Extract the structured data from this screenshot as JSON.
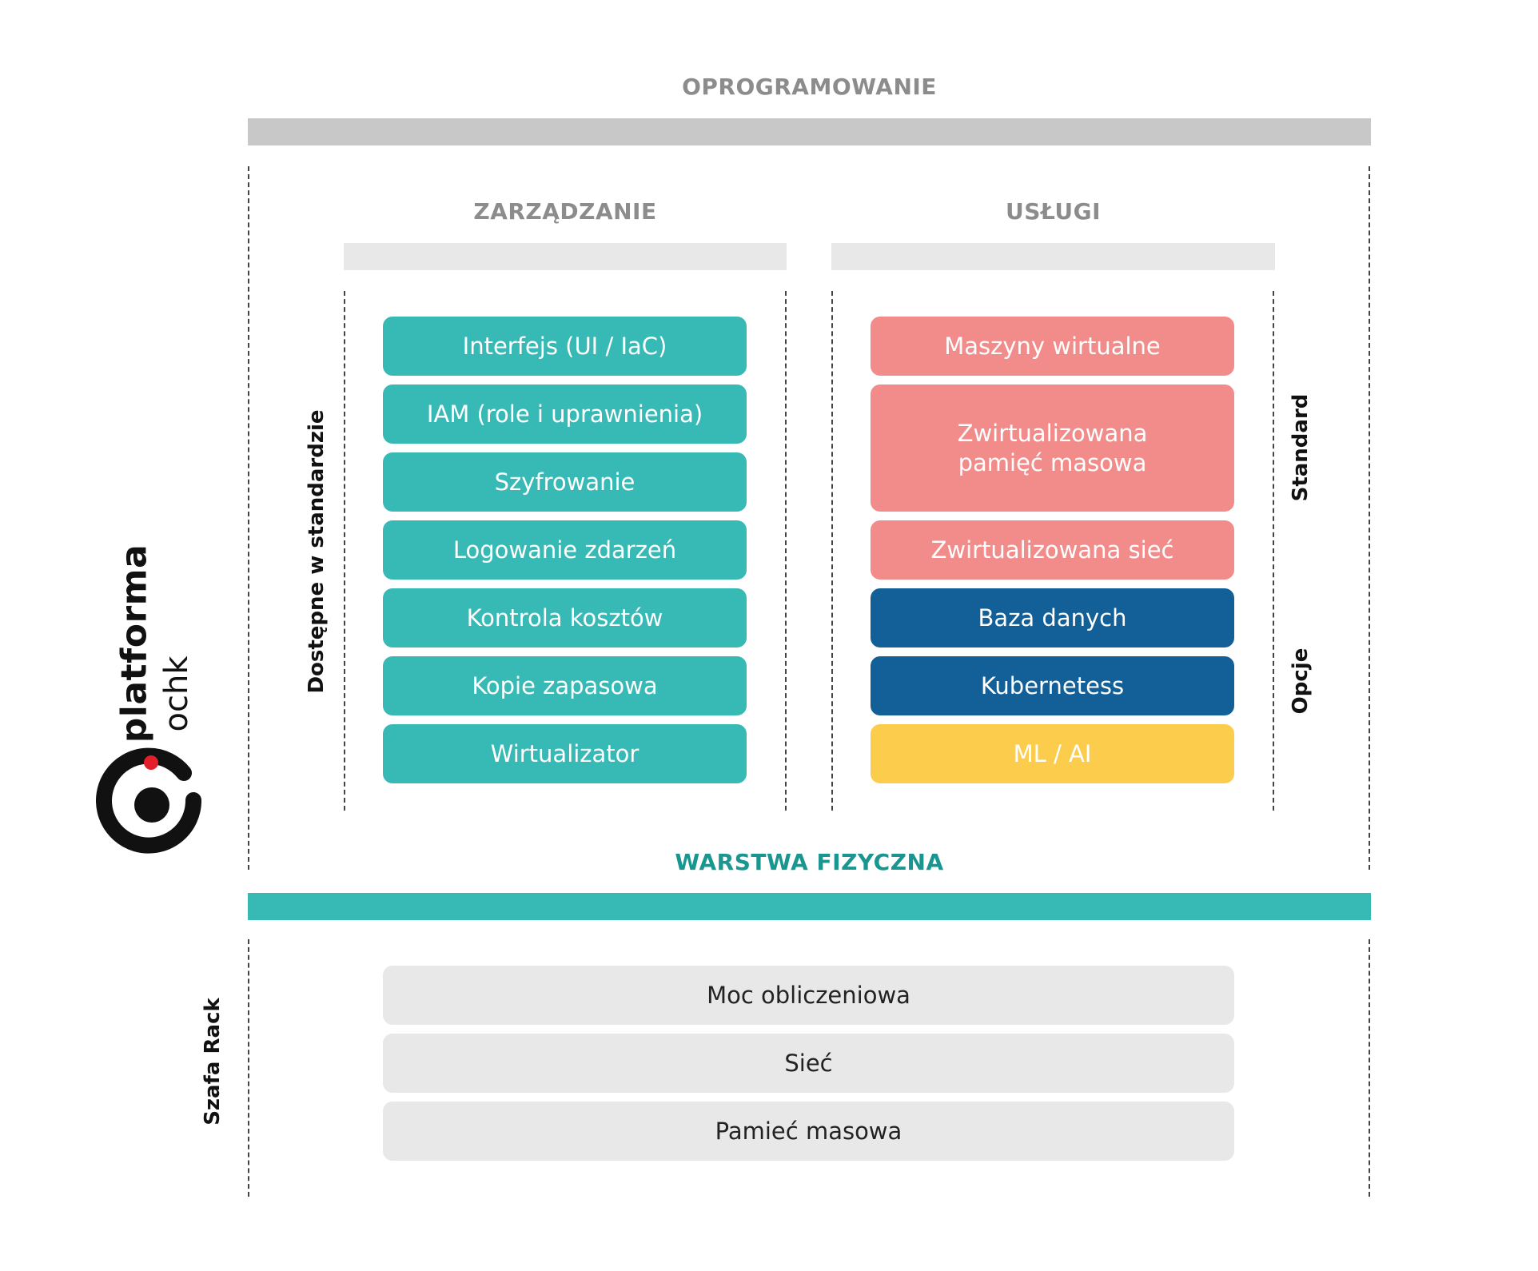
{
  "colors": {
    "teal": "#37b9b5",
    "pink": "#f28c8a",
    "blue": "#135f98",
    "yellow": "#fccc4d",
    "gray_bar": "#c8c8c8",
    "light_bar": "#e8e8e8",
    "title_gray": "#8c8c8c",
    "physical_title": "#1a9690",
    "logo_red": "#e3202a"
  },
  "software": {
    "title": "OPROGRAMOWANIE"
  },
  "management": {
    "title": "ZARZĄDZANIE",
    "side_label": "Dostępne w standardzie",
    "items": [
      "Interfejs (UI / IaC)",
      "IAM (role i uprawnienia)",
      "Szyfrowanie",
      "Logowanie zdarzeń",
      "Kontrola kosztów",
      "Kopie zapasowa",
      "Wirtualizator"
    ]
  },
  "services": {
    "title": "USŁUGI",
    "standard_label": "Standard",
    "options_label": "Opcje",
    "items": [
      {
        "label": "Maszyny wirtualne",
        "color": "pink"
      },
      {
        "label": "Zwirtualizowana pamięć masowa",
        "color": "pink"
      },
      {
        "label": "Zwirtualizowana sieć",
        "color": "pink"
      },
      {
        "label": "Baza danych",
        "color": "blue"
      },
      {
        "label": "Kubernetess",
        "color": "blue"
      },
      {
        "label": "ML / AI",
        "color": "yellow"
      }
    ]
  },
  "physical": {
    "title": "WARSTWA FIZYCZNA",
    "side_label": "Szafa Rack",
    "items": [
      "Moc obliczeniowa",
      "Sieć",
      "Pamieć masowa"
    ]
  },
  "logo": {
    "brand_bold": "platforma",
    "brand_light": "ochk",
    "icon": "ochk-logo-icon"
  }
}
